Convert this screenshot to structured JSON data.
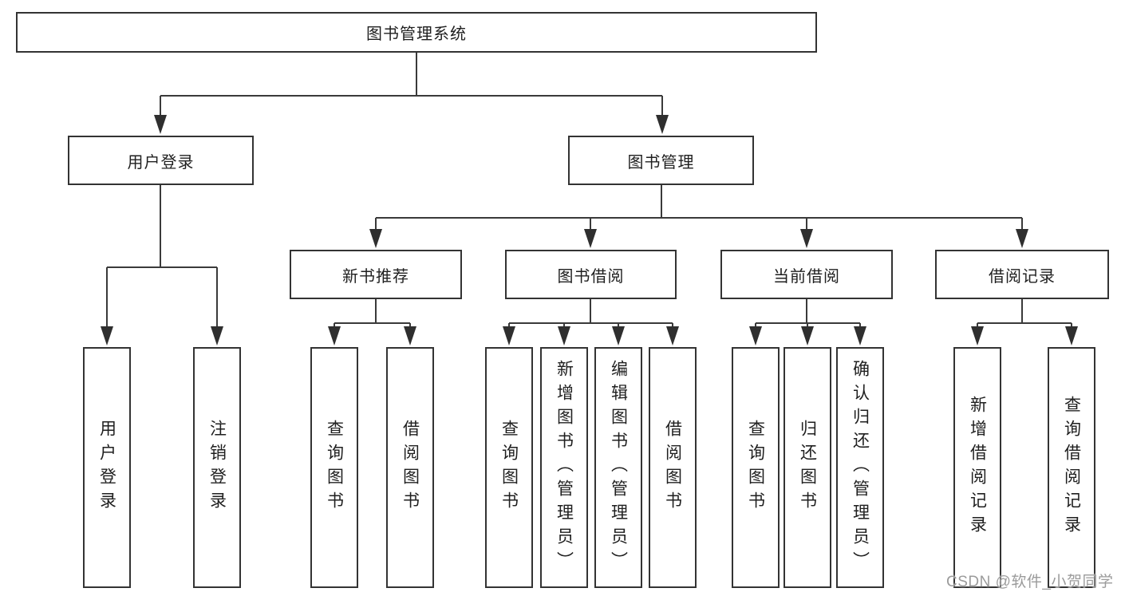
{
  "tree": {
    "root": {
      "label": "图书管理系统",
      "children": [
        {
          "label": "用户登录",
          "children": [
            {
              "label": "用户登录"
            },
            {
              "label": "注销登录"
            }
          ]
        },
        {
          "label": "图书管理",
          "children": [
            {
              "label": "新书推荐",
              "children": [
                {
                  "label": "查询图书"
                },
                {
                  "label": "借阅图书"
                }
              ]
            },
            {
              "label": "图书借阅",
              "children": [
                {
                  "label": "查询图书"
                },
                {
                  "label": "新增图书（管理员）"
                },
                {
                  "label": "编辑图书（管理员）"
                },
                {
                  "label": "借阅图书"
                }
              ]
            },
            {
              "label": "当前借阅",
              "children": [
                {
                  "label": "查询图书"
                },
                {
                  "label": "归还图书"
                },
                {
                  "label": "确认归还（管理员）"
                }
              ]
            },
            {
              "label": "借阅记录",
              "children": [
                {
                  "label": "新增借阅记录"
                },
                {
                  "label": "查询借阅记录"
                }
              ]
            }
          ]
        }
      ]
    }
  },
  "watermark": {
    "text": "CSDN @软件_小贺同学"
  },
  "colors": {
    "line": "#3a3a3a",
    "arrow": "#2f2f2f",
    "box_border": "#333333",
    "text": "#1f1f1f",
    "watermark_text": "#9b9b9b",
    "background": "#ffffff"
  }
}
